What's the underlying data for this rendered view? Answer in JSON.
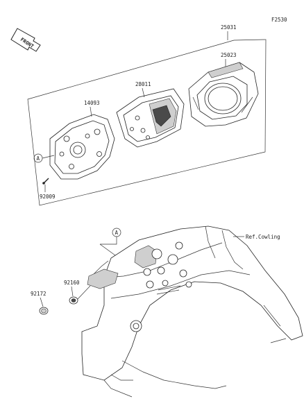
{
  "figure_id": "F2530",
  "front_label": "FRONT",
  "callouts": {
    "assembly": "25031",
    "meter_case": "25023",
    "meter_unit": "28011",
    "cover": "14093",
    "screw": "92009",
    "grommet": "92160",
    "plug": "92172",
    "ref_a_top": "A",
    "ref_a_bottom": "A",
    "ref_cowling": "Ref.Cowling"
  }
}
